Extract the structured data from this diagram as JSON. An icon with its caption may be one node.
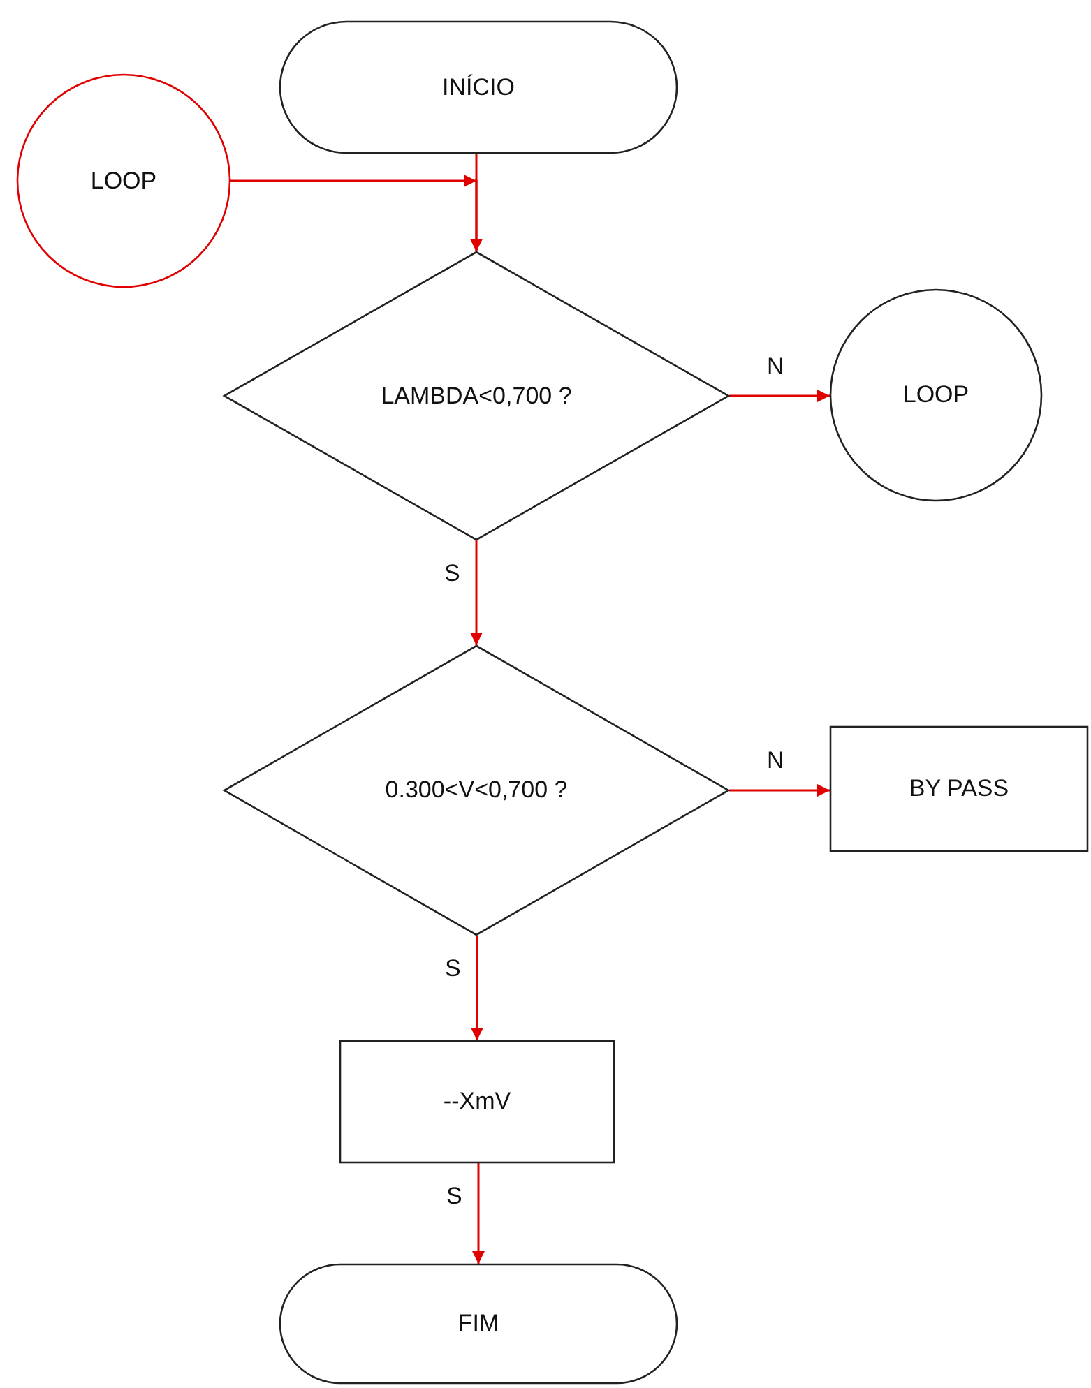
{
  "diagram": {
    "nodes": [
      {
        "text": [
          "INÍCIO"
        ]
      },
      {
        "text": [
          "LOOP"
        ]
      },
      {
        "text": [
          "LAMBDA<0,700 ?"
        ]
      },
      {
        "text": [
          "LOOP"
        ]
      },
      {
        "text": [
          "0.300<V<0,700 ?"
        ]
      },
      {
        "text": [
          "BY PASS"
        ]
      },
      {
        "text": [
          "--XmV"
        ]
      },
      {
        "text": [
          "FIM"
        ]
      }
    ],
    "edges": [
      {
        "from": 0,
        "to": 2,
        "arrow": "to"
      },
      {
        "from": 1,
        "to": 2,
        "arrow": "to"
      },
      {
        "from": 2,
        "to": 3,
        "label": "N",
        "arrow": "to"
      },
      {
        "from": 2,
        "to": 4,
        "label": "S",
        "arrow": "to"
      },
      {
        "from": 4,
        "to": 5,
        "label": "N",
        "arrow": "to"
      },
      {
        "from": 4,
        "to": 6,
        "label": "S",
        "arrow": "to"
      },
      {
        "from": 6,
        "to": 7,
        "label": "S",
        "arrow": "to"
      }
    ]
  }
}
